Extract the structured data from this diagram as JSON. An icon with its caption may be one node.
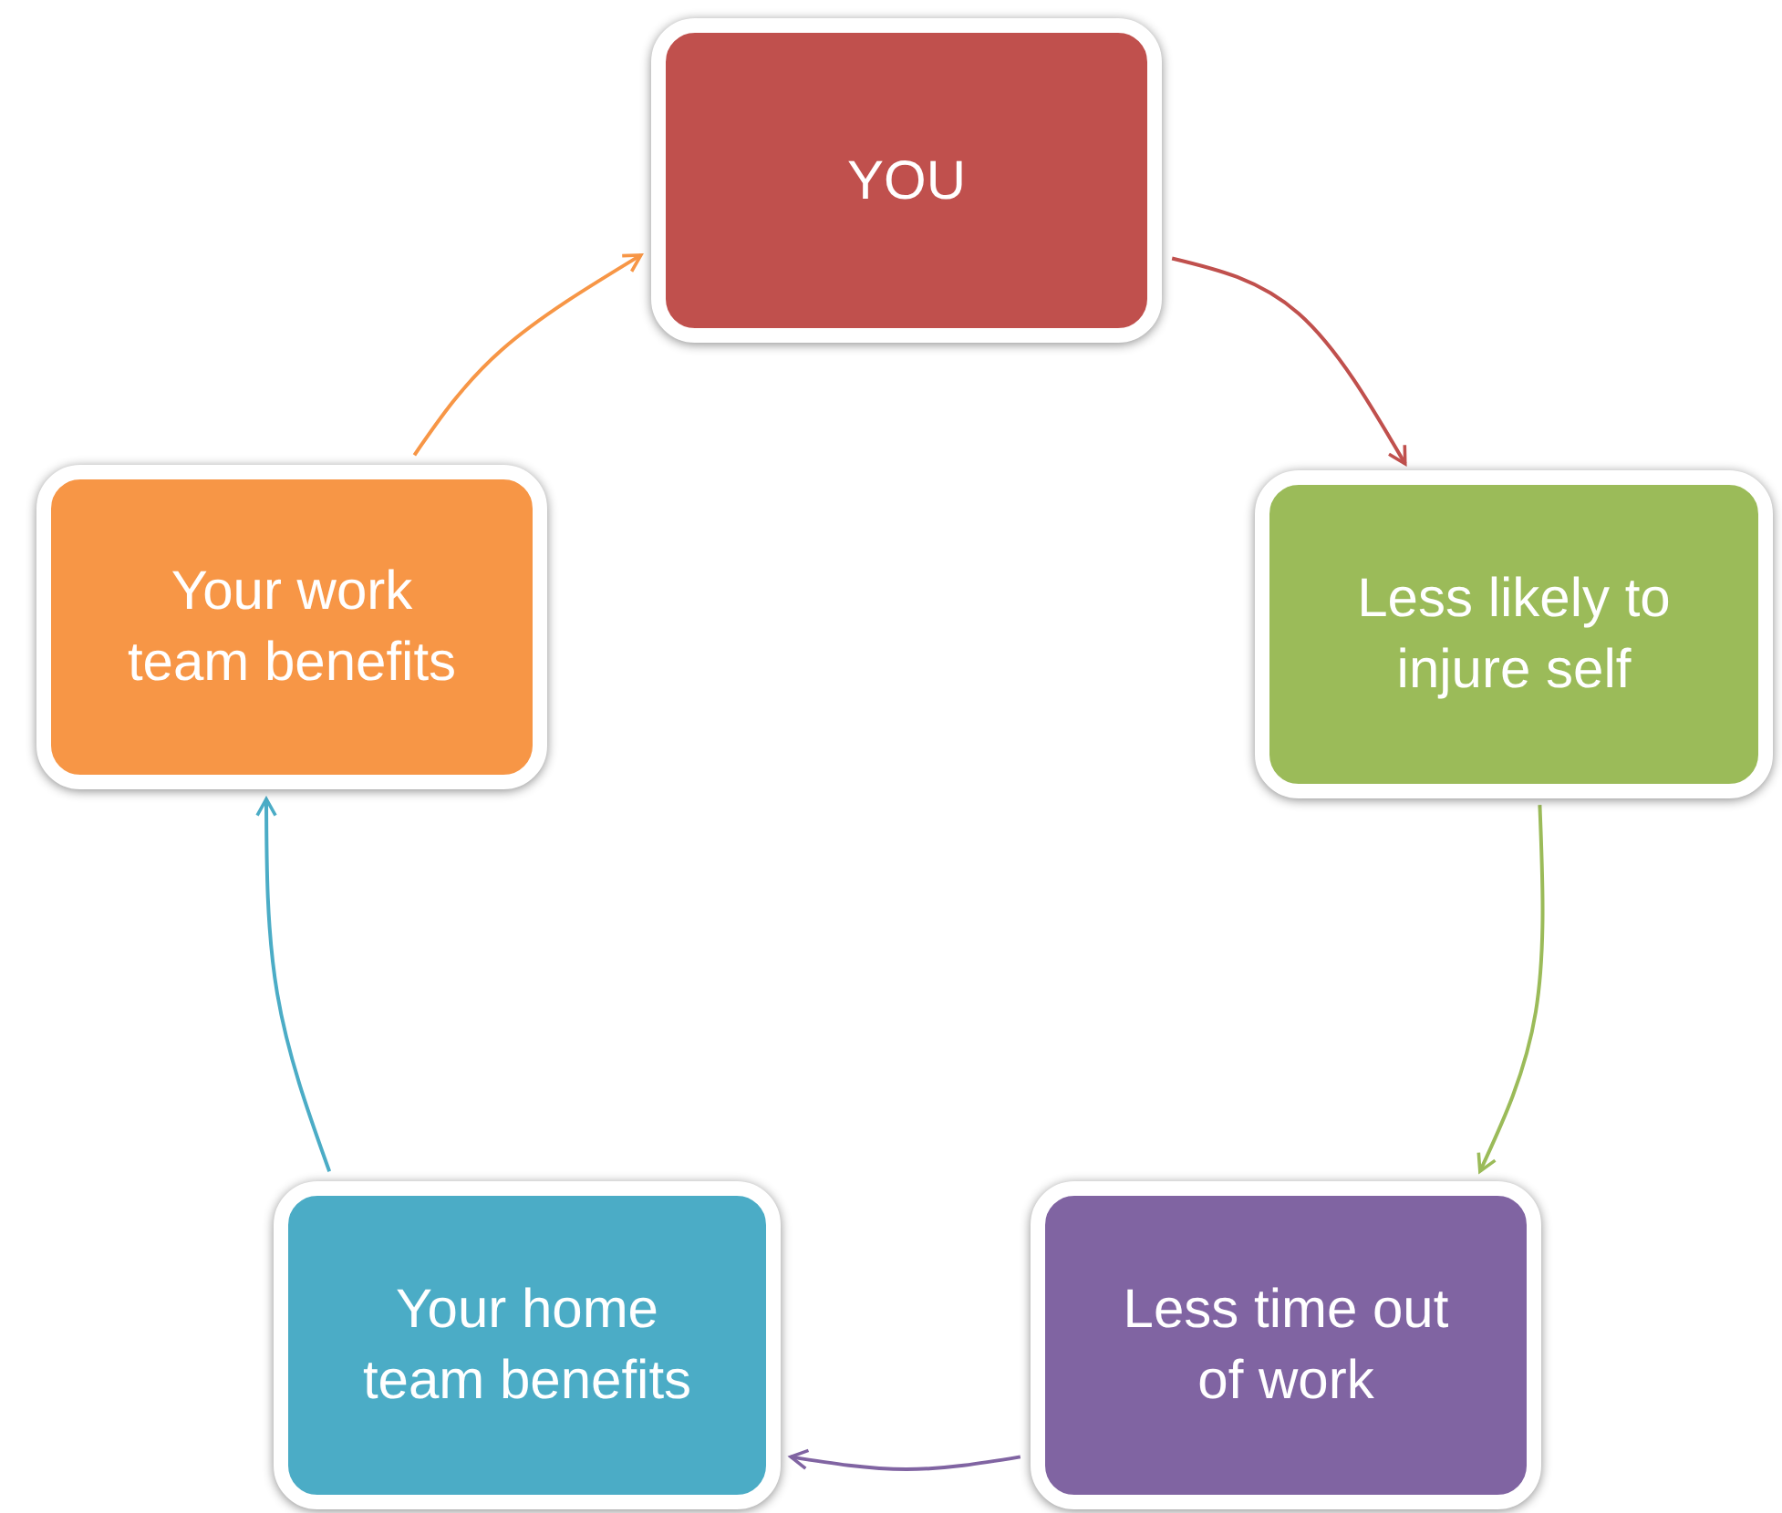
{
  "diagram": {
    "nodes": [
      {
        "text": [
          "YOU"
        ]
      },
      {
        "text": [
          "Less likely to injure self"
        ]
      },
      {
        "text": [
          "Less time out of work"
        ]
      },
      {
        "text": [
          "Your home team benefits"
        ]
      },
      {
        "text": [
          "Your work team benefits"
        ]
      }
    ],
    "edges": [
      {
        "from": 0,
        "to": 1,
        "arrow": "to",
        "color": "#c0504d"
      },
      {
        "from": 1,
        "to": 2,
        "arrow": "to",
        "color": "#9bbb59"
      },
      {
        "from": 2,
        "to": 3,
        "arrow": "to",
        "color": "#8064a2"
      },
      {
        "from": 3,
        "to": 4,
        "arrow": "to",
        "color": "#4bacc6"
      },
      {
        "from": 4,
        "to": 0,
        "arrow": "to",
        "color": "#f79646"
      }
    ]
  }
}
